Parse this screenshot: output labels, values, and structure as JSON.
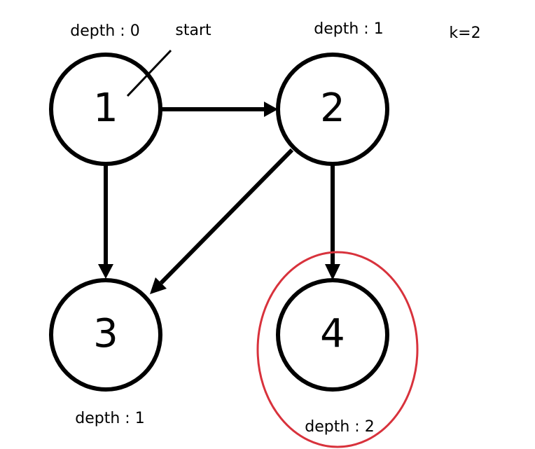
{
  "nodes": [
    {
      "id": "1",
      "label": "1"
    },
    {
      "id": "2",
      "label": "2"
    },
    {
      "id": "3",
      "label": "3"
    },
    {
      "id": "4",
      "label": "4"
    }
  ],
  "captions": {
    "depth_node1": "depth : 0",
    "depth_node2": "depth : 1",
    "depth_node3": "depth : 1",
    "depth_node4": "depth : 2",
    "start": "start",
    "k": "k=2"
  },
  "edges": [
    {
      "from": "1",
      "to": "2"
    },
    {
      "from": "1",
      "to": "3"
    },
    {
      "from": "2",
      "to": "3"
    },
    {
      "from": "2",
      "to": "4"
    }
  ],
  "colors": {
    "stroke": "#000000",
    "highlight": "#d8323c"
  }
}
